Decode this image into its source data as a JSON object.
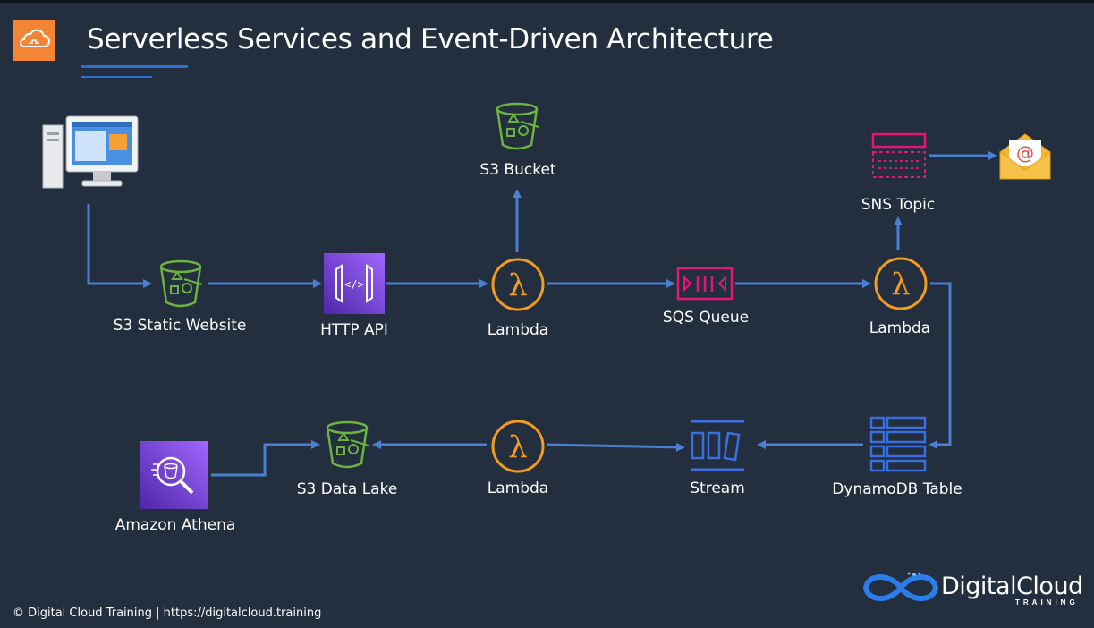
{
  "header": {
    "title": "Serverless Services and Event-Driven Architecture"
  },
  "nodes": {
    "s3_bucket": "S3 Bucket",
    "sns_topic": "SNS Topic",
    "s3_static_website": "S3 Static Website",
    "http_api": "HTTP API",
    "lambda_1": "Lambda",
    "sqs_queue": "SQS Queue",
    "lambda_2": "Lambda",
    "s3_data_lake": "S3 Data Lake",
    "lambda_3": "Lambda",
    "stream": "Stream",
    "dynamodb_table": "DynamoDB Table",
    "amazon_athena": "Amazon Athena"
  },
  "footer": {
    "copyright": "© Digital Cloud Training  | https://digitalcloud.training",
    "brand_name": "DigitalCloud",
    "brand_sub": "TRAINING"
  },
  "colors": {
    "background": "#232f3e",
    "arrow": "#4a7fd4",
    "s3_green": "#6cb33f",
    "lambda_orange": "#f29c1f",
    "sqs_pink": "#e7157b",
    "api_purple": "#8c4fff",
    "stream_blue": "#3b6fe0",
    "aws_orange": "#f58536"
  }
}
